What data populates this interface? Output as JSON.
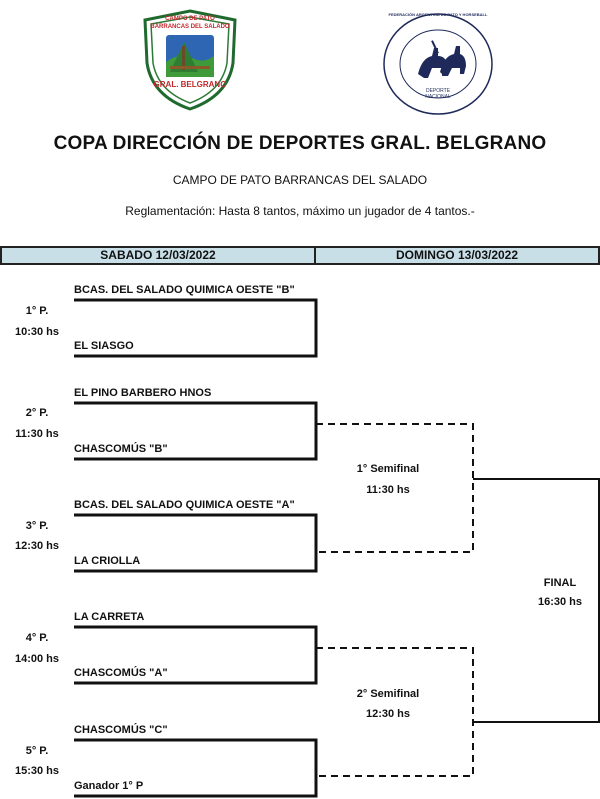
{
  "logo_left": {
    "line1": "CAMPO DE PATO",
    "line2": "BARRANCAS DEL SALADO",
    "line3": "GRAL. BELGRANO",
    "colors": {
      "ring": "#1f6a2e",
      "text": "#c0282c",
      "sky": "#2f66b3",
      "field": "#3f9a3a"
    }
  },
  "logo_right": {
    "ring_text": "FEDERACIÓN ARGENTINA DE PATO Y HORSEBALL",
    "inner_line1": "DEPORTE",
    "inner_line2": "NACIONAL"
  },
  "title": "COPA DIRECCIÓN DE DEPORTES GRAL. BELGRANO",
  "subtitle": "CAMPO DE PATO BARRANCAS DEL SALADO",
  "rules": "Reglamentación: Hasta 8 tantos, máximo un jugador de 4 tantos.-",
  "header": {
    "day1": "SABADO 12/03/2022",
    "day2": "DOMINGO 13/03/2022",
    "color": "#c9dfe8"
  },
  "matches": [
    {
      "num": "1° P.",
      "time": "10:30 hs",
      "team_a": "BCAS. DEL SALADO QUIMICA OESTE \"B\"",
      "team_b": "EL SIASGO"
    },
    {
      "num": "2° P.",
      "time": "11:30 hs",
      "team_a": "EL PINO BARBERO HNOS",
      "team_b": "CHASCOMÚS \"B\""
    },
    {
      "num": "3° P.",
      "time": "12:30 hs",
      "team_a": "BCAS. DEL SALADO QUIMICA OESTE \"A\"",
      "team_b": "LA CRIOLLA"
    },
    {
      "num": "4° P.",
      "time": "14:00 hs",
      "team_a": "LA CARRETA",
      "team_b": "CHASCOMÚS \"A\""
    },
    {
      "num": "5° P.",
      "time": "15:30 hs",
      "team_a": "CHASCOMÚS \"C\"",
      "team_b": "Ganador 1° P"
    }
  ],
  "semifinals": [
    {
      "label": "1° Semifinal",
      "time": "11:30 hs"
    },
    {
      "label": "2° Semifinal",
      "time": "12:30 hs"
    }
  ],
  "final": {
    "label": "FINAL",
    "time": "16:30 hs"
  }
}
